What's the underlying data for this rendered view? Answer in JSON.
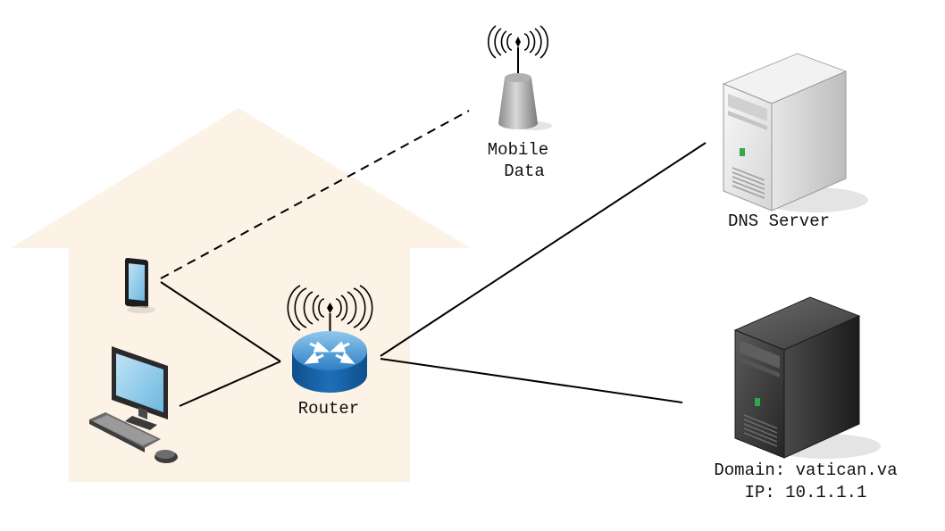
{
  "labels": {
    "mobile_line1": "Mobile",
    "mobile_line2": "Data",
    "router": "Router",
    "dns_server": "DNS Server",
    "domain_line": "Domain: vatican.va",
    "ip_line": "IP: 10.1.1.1"
  },
  "icons": {
    "house": "house-outline",
    "phone": "smartphone-icon",
    "computer": "desktop-computer-icon",
    "router": "wireless-router-icon",
    "tower": "cell-tower-icon",
    "dns_server": "server-icon",
    "web_server": "server-icon"
  },
  "colors": {
    "house_fill": "#FDF2E6",
    "router_blue": "#1E6FB8",
    "server_light": "#E8E8E8",
    "server_dark": "#2E2E2E",
    "link": "#000000"
  }
}
